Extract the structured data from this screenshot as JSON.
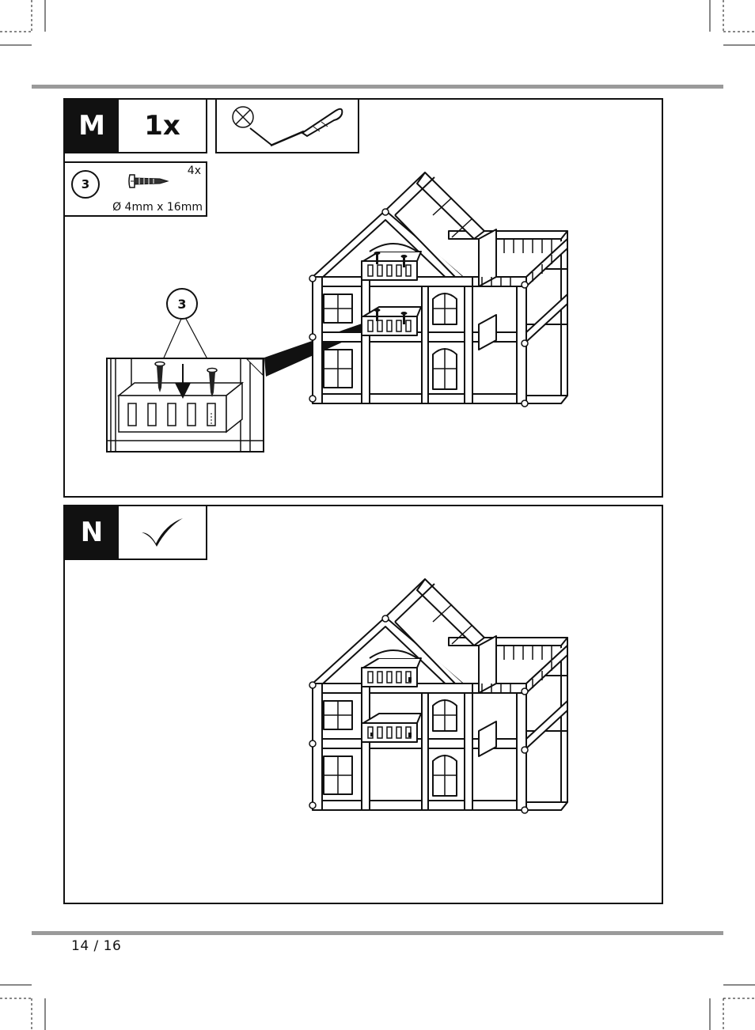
{
  "steps": [
    {
      "letter": "M",
      "quantity": "1x",
      "tool_icon": "screwdriver-icon",
      "part": {
        "id": "3",
        "count": "4x",
        "size": "Ø 4mm x 16mm",
        "icon": "screw-icon"
      },
      "callout_label": "3"
    },
    {
      "letter": "N",
      "status_icon": "checkmark-icon"
    }
  ],
  "footer": {
    "page": "14 / 16"
  }
}
